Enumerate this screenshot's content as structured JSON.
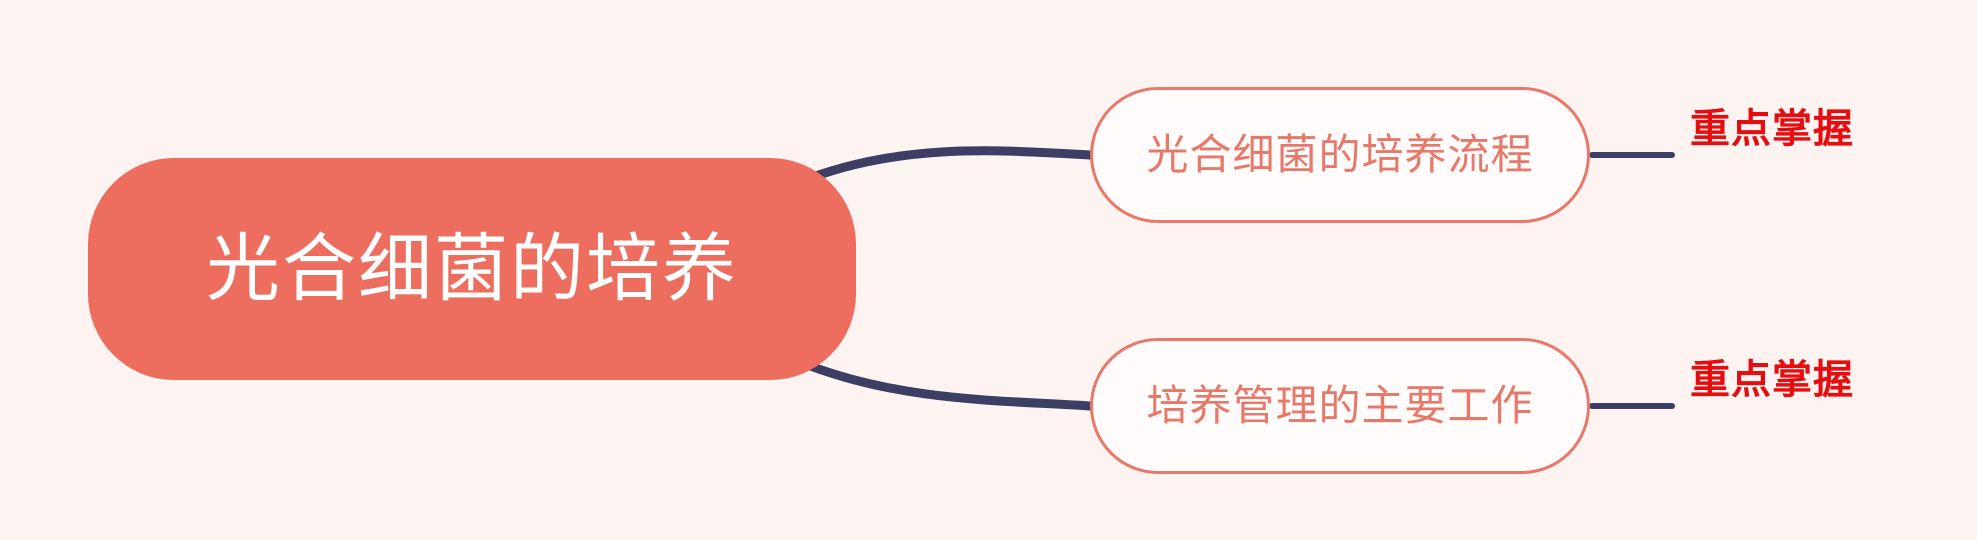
{
  "diagram": {
    "type": "mindmap",
    "title": "光合细菌的培养",
    "background_color": "#FDF3F0",
    "root": {
      "label": "光合细菌的培养",
      "fill_color": "#ED6E5E",
      "text_color": "#FFFFFF",
      "shape": "rounded-pill"
    },
    "branches": [
      {
        "label": "光合细菌的培养流程",
        "text_color": "#E8786A",
        "border_color": "#E8786A",
        "fill_color": "#FFFCFB",
        "tag": "重点掌握",
        "tag_color": "#E60D10"
      },
      {
        "label": "培养管理的主要工作",
        "text_color": "#E8786A",
        "border_color": "#E8786A",
        "fill_color": "#FFFCFB",
        "tag": "重点掌握",
        "tag_color": "#E60D10"
      }
    ],
    "connector_color": "#3C3F63"
  }
}
